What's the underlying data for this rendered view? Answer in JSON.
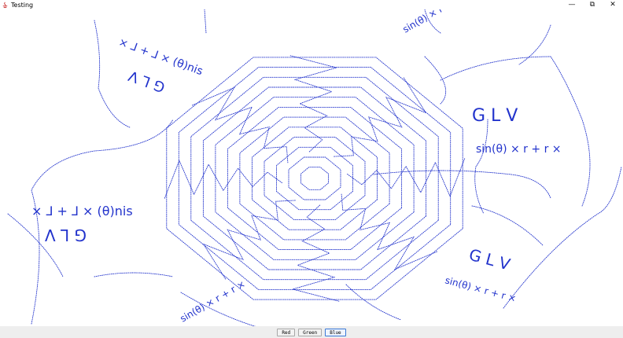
{
  "window": {
    "title": "Testing",
    "minimize_glyph": "—",
    "restore_glyph": "⧉",
    "close_glyph": "✕"
  },
  "colors": {
    "stroke": "#2233cc",
    "background": "#ffffff",
    "button_bar": "#eeeeee"
  },
  "buttons": [
    {
      "label": "Red"
    },
    {
      "label": "Green"
    },
    {
      "label": "Blue",
      "selected": true
    }
  ],
  "drawing": {
    "labels": {
      "glv": "G L V",
      "formula": "sin(θ) × r + r ×",
      "formula_alt": "× ⅃ + ⅃ × (θ)nis"
    }
  }
}
